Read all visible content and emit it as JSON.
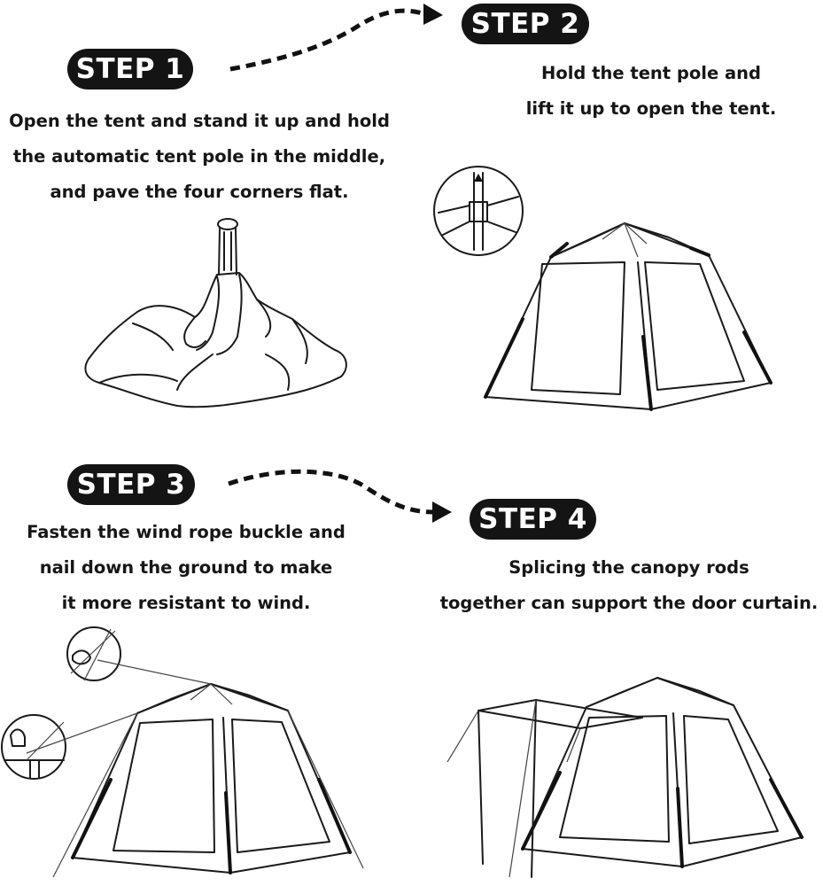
{
  "steps": [
    {
      "badge": "STEP 1",
      "lines": [
        "Open the tent and stand it up and hold",
        "the automatic tent pole in the middle,",
        "and pave the four corners flat."
      ]
    },
    {
      "badge": "STEP 2",
      "lines": [
        "Hold the tent pole and",
        "lift it up to open the tent."
      ]
    },
    {
      "badge": "STEP 3",
      "lines": [
        "Fasten the wind rope buckle and",
        "nail down the ground to make",
        "it more resistant to wind."
      ]
    },
    {
      "badge": "STEP 4",
      "lines": [
        "Splicing the canopy rods",
        "together can support the door curtain."
      ]
    }
  ],
  "colors": {
    "badge_bg": "#141414",
    "badge_text": "#ffffff",
    "line_art": "#1a1a1a"
  }
}
